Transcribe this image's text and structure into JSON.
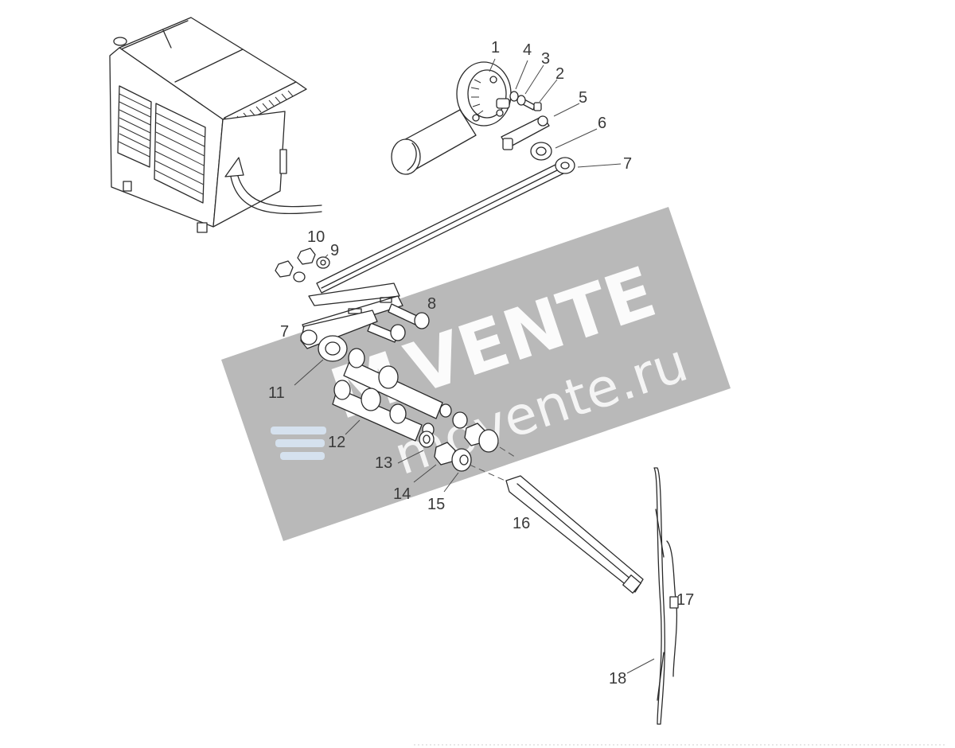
{
  "diagram": {
    "callouts": [
      "1",
      "2",
      "3",
      "4",
      "5",
      "6",
      "7",
      "7",
      "8",
      "9",
      "10",
      "11",
      "12",
      "13",
      "14",
      "15",
      "16",
      "17",
      "18"
    ]
  },
  "watermark": {
    "brand": "VENTE",
    "brand_prefix": "M",
    "domain": "movente.ru",
    "color": "#8e8e8e"
  }
}
